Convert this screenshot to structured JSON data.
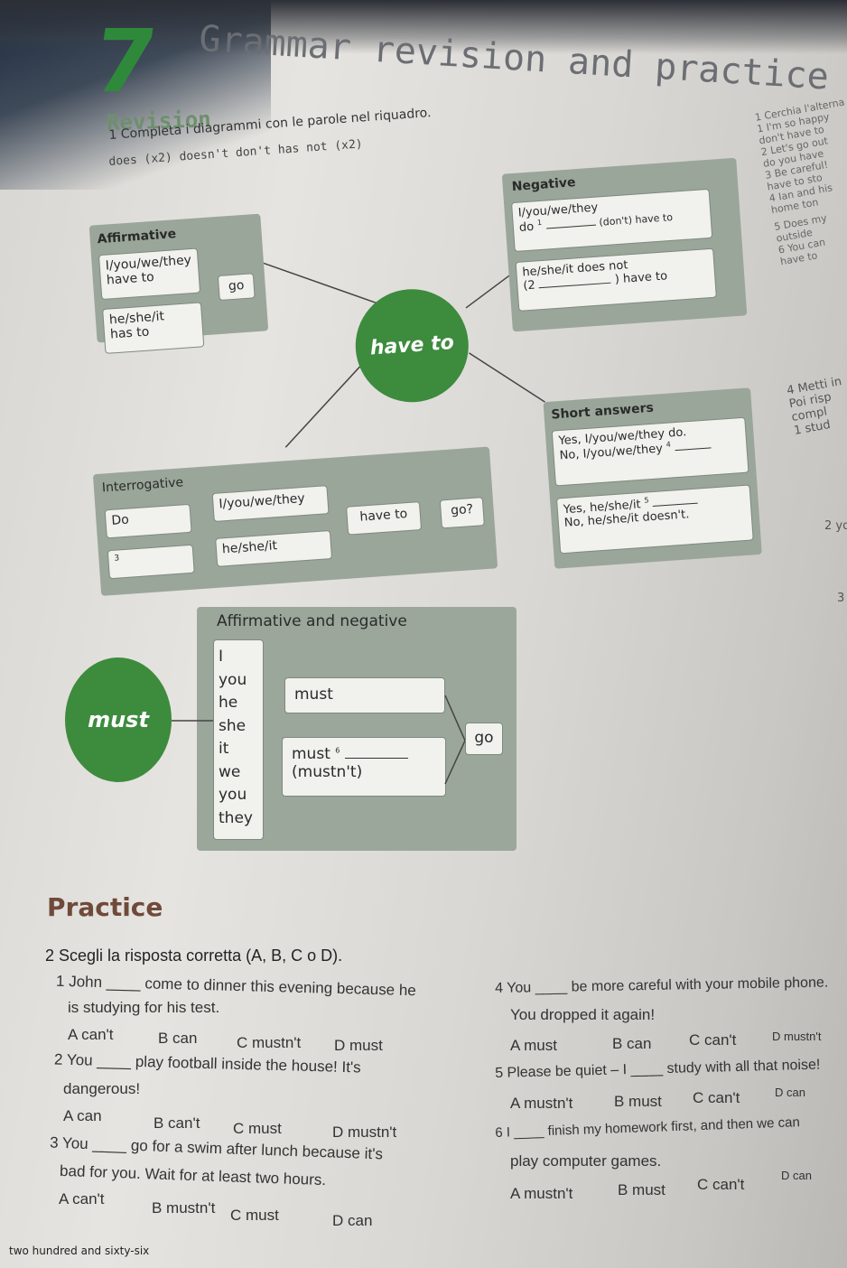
{
  "chapter": {
    "number": "7",
    "title": "Grammar revision and practice"
  },
  "revision": {
    "heading": "Revision",
    "instruction": "1 Completa i diagrammi con le parole nel riquadro.",
    "word_box": "does (x2)   doesn't   don't   has   not (x2)"
  },
  "have_to_diagram": {
    "center": "have to",
    "affirmative": {
      "title": "Affirmative",
      "row1_subject": "I/you/we/they",
      "row1_verb": "have to",
      "verb": "go",
      "row2_subject": "he/she/it",
      "row2_verb": "has to"
    },
    "negative": {
      "title": "Negative",
      "row1_subject": "I/you/we/they",
      "row1_do": "do",
      "row1_gap": "1",
      "row1_end": "(don't) have to",
      "row2": "he/she/it does not",
      "row2_gap": "(2",
      "row2_end": ") have to"
    },
    "interrogative": {
      "title": "Interrogative",
      "do": "Do",
      "subject1": "I/you/we/they",
      "gap": "3",
      "subject2": "he/she/it",
      "have_to": "have to",
      "go": "go?"
    },
    "short_answers": {
      "title": "Short answers",
      "line1": "Yes, I/you/we/they do.",
      "line2": "No, I/you/we/they",
      "line2_gap": "4",
      "line3": "Yes, he/she/it",
      "line3_gap": "5",
      "line4": "No, he/she/it doesn't."
    }
  },
  "must_diagram": {
    "center": "must",
    "title": "Affirmative and negative",
    "subjects": [
      "I",
      "you",
      "he",
      "she",
      "it",
      "we",
      "you",
      "they"
    ],
    "must": "must",
    "must_not": "must",
    "must_not_gap": "6",
    "mustnt": "(mustn't)",
    "verb": "go"
  },
  "right_page": [
    "1 Cerchia l'alterna",
    "1 I'm so happy",
    "don't have to",
    "2 Let's go out",
    "do you have",
    "3 Be careful!",
    "have to sto",
    "4 Ian and his",
    "home ton",
    "5 Does my",
    "outside",
    "6 You can",
    "have to",
    "4 Metti in",
    "Poi risp",
    "compl",
    "1 stud",
    "2 yo",
    "3"
  ],
  "practice": {
    "heading": "Practice",
    "instruction": "2 Scegli la risposta corretta (A, B, C o D).",
    "questions": [
      {
        "line1": "1 John ____ come to dinner this evening because he",
        "line2": "is studying for his test.",
        "options": [
          "A can't",
          "B can",
          "C mustn't",
          "D must"
        ]
      },
      {
        "line1": "2 You ____ play football inside the house! It's",
        "line2": "dangerous!",
        "options": [
          "A can",
          "B can't",
          "C must",
          "D mustn't"
        ]
      },
      {
        "line1": "3 You ____ go for a swim after lunch because it's",
        "line2": "bad for you. Wait for at least two hours.",
        "options": [
          "A can't",
          "B mustn't",
          "C must",
          "D can"
        ]
      },
      {
        "line1": "4 You ____ be more careful with your mobile phone.",
        "line2": "You dropped it again!",
        "options": [
          "A must",
          "B can",
          "C can't",
          "D mustn't"
        ]
      },
      {
        "line1": "5 Please be quiet – I ____ study with all that noise!",
        "line2": "",
        "options": [
          "A mustn't",
          "B must",
          "C can't",
          "D can"
        ]
      },
      {
        "line1": "6 I ____ finish my homework first, and then we can",
        "line2": "play computer games.",
        "options": [
          "A mustn't",
          "B must",
          "C can't",
          "D can"
        ]
      }
    ]
  },
  "footer": "two hundred and sixty-six"
}
